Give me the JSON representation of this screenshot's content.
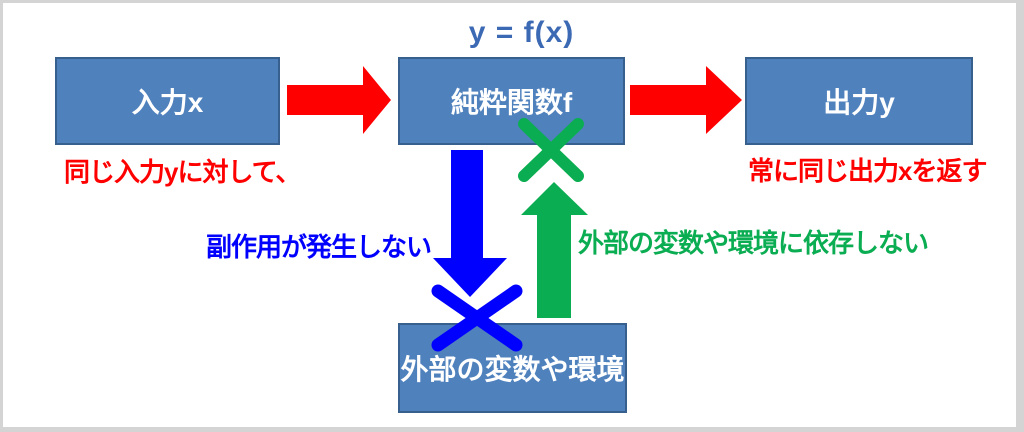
{
  "diagram": {
    "title": "y = f(x)",
    "nodes": {
      "input": {
        "label": "入力x"
      },
      "function": {
        "label": "純粋関数f"
      },
      "output": {
        "label": "出力y"
      },
      "external": {
        "label": "外部の変数や環境"
      }
    },
    "captions": {
      "same_input": "同じ入力yに対して、",
      "same_output": "常に同じ出力xを返す",
      "no_side_effect": "副作用が発生しない",
      "no_dependency": "外部の変数や環境に依存しない"
    }
  },
  "colors": {
    "box-fill": "#4F81BD",
    "box-border": "#38608F",
    "title-blue": "#3C69B4",
    "red": "#FF0000",
    "blue": "#0000FF",
    "green": "#0BAD52",
    "frame-gray": "#D4D4D4",
    "label-white": "#FFFFFF"
  }
}
